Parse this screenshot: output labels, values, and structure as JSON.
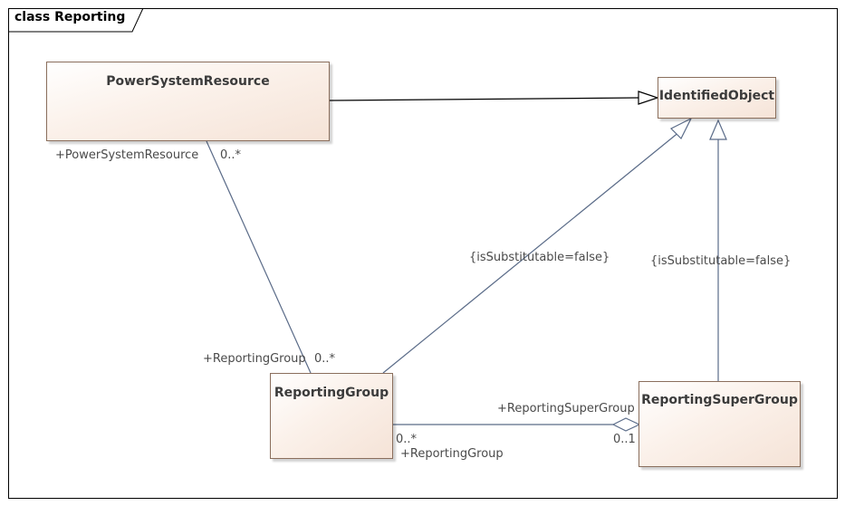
{
  "frame": {
    "title": "class Reporting"
  },
  "classes": {
    "power_system_resource": "PowerSystemResource",
    "identified_object": "IdentifiedObject",
    "reporting_group": "ReportingGroup",
    "reporting_super_group": "ReportingSuperGroup"
  },
  "labels": {
    "psr_role": "+PowerSystemResource",
    "psr_mult": "0..*",
    "rg_role_top": "+ReportingGroup",
    "rg_mult_top": "0..*",
    "constraint_rg": "{isSubstitutable=false}",
    "constraint_rsg": "{isSubstitutable=false}",
    "rsg_role": "+ReportingSuperGroup",
    "rg_mult_bottom": "0..*",
    "rsg_mult": "0..1",
    "rg_role_bottom": "+ReportingGroup"
  },
  "colors": {
    "line": "#5a6b88",
    "class_border": "#8a6e5c",
    "class_fill": "#f8ebe2"
  }
}
